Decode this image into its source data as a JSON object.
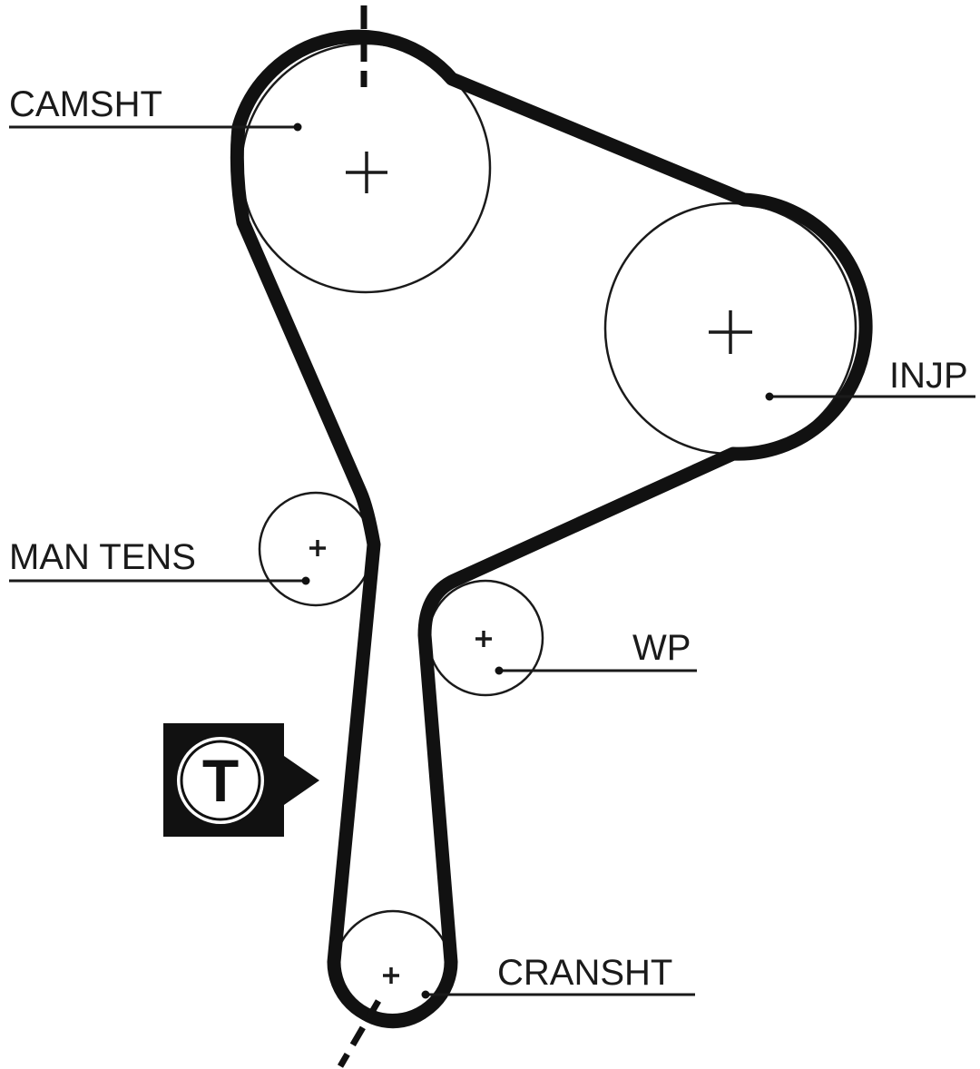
{
  "diagram": {
    "colors": {
      "belt": "#111111",
      "pulley_outline": "#1a1a1a",
      "background": "#ffffff",
      "tensioner_badge": "#111111"
    },
    "labels": {
      "camshaft": "CAMSHT",
      "injection_pump": "INJP",
      "manual_tensioner": "MAN TENS",
      "water_pump": "WP",
      "crankshaft": "CRANSHT"
    },
    "tensioner_badge": {
      "letter": "T",
      "icon": "tensioner-marker-icon"
    }
  }
}
